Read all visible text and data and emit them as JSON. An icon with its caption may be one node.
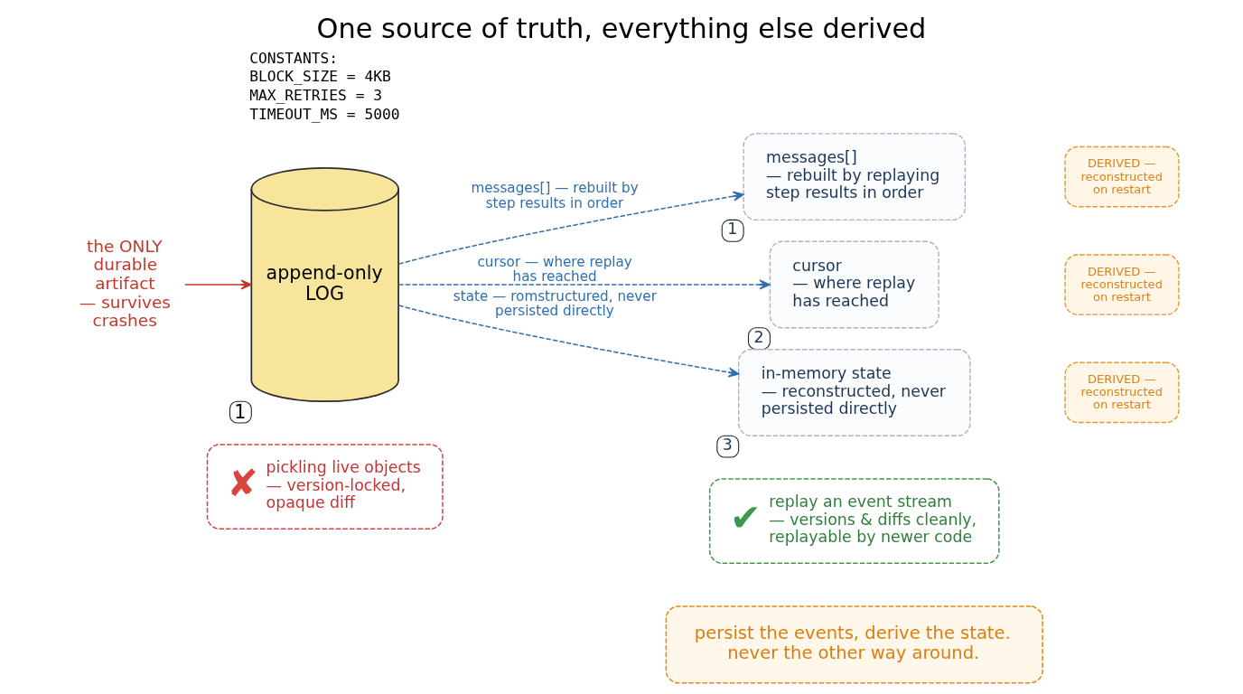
{
  "diagram": {
    "title": "One source of truth, everything else derived",
    "nodes": [
      {
        "text": [
          "the ONLY durable artifact — survives crashes"
        ]
      },
      {
        "text": [
          "append-only LOG"
        ],
        "beside": [
          "1"
        ]
      },
      {
        "text": [
          "messages[] — rebuilt by replaying step results in order"
        ],
        "beside": [
          "1"
        ]
      },
      {
        "text": [
          "DERIVED — reconstructed on restart"
        ]
      },
      {
        "text": [
          "cursor — where replay has reached"
        ],
        "beside": [
          "2"
        ]
      },
      {
        "text": [
          "DERIVED — reconstructed on restart"
        ]
      },
      {
        "text": [
          "in-memory state — reconstructed, never persisted directly"
        ],
        "beside": [
          "3"
        ]
      },
      {
        "text": [
          "DERIVED — reconstructed on restart"
        ]
      },
      {
        "text": [
          "✘",
          "pickling live objects — version-locked, opaque diff"
        ]
      },
      {
        "text": [
          "✔",
          "replay an event stream — versions & diffs cleanly, replayable by newer code"
        ]
      },
      {
        "text": [
          "persist the events, derive the state. never the other way around."
        ]
      }
    ],
    "edges": [
      {
        "from": 0,
        "to": 1,
        "arrow": "to",
        "color": "#c0392b"
      },
      {
        "from": 1,
        "to": 2,
        "arrow": "to",
        "label": "messages[] — rebuilt by step results in order",
        "style": "dashed"
      },
      {
        "from": 1,
        "to": 4,
        "arrow": "to",
        "label": "cursor — where replay has reached",
        "style": "dashed"
      },
      {
        "from": 1,
        "to": 6,
        "arrow": "to",
        "label": "state — romstructured, never persisted directly",
        "style": "dashed"
      }
    ],
    "labels": [
      "CONSTANTS:",
      "BLOCK_SIZE = 4KB",
      "MAX_RETRIES = 3",
      "TIMEOUT_MS = 5000"
    ]
  }
}
